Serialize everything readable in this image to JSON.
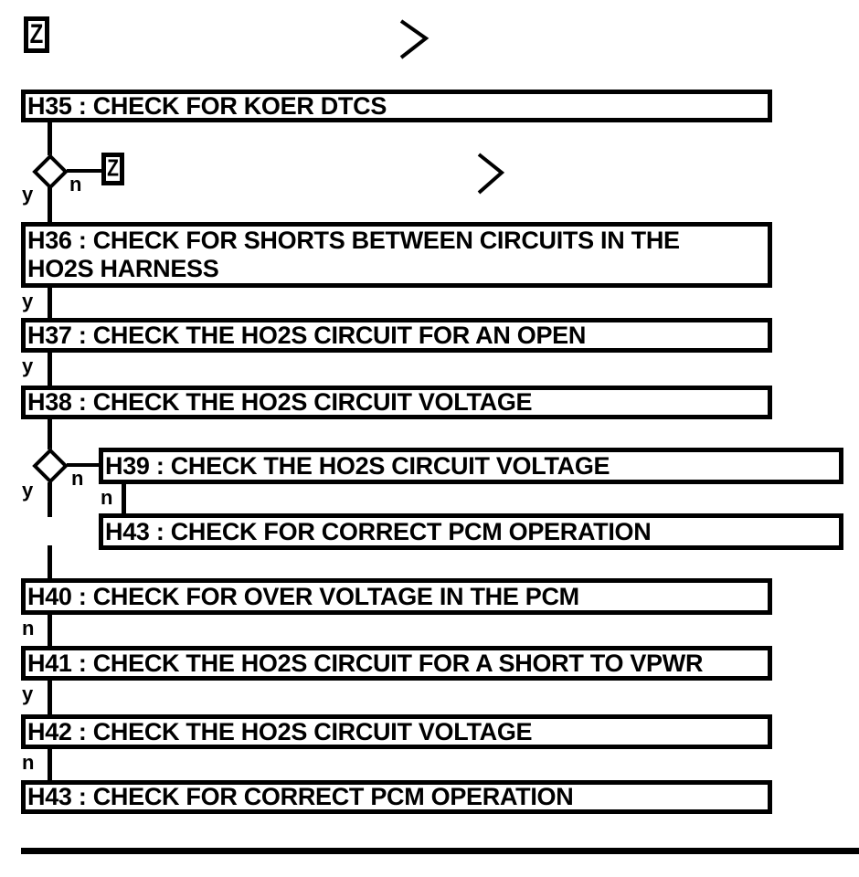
{
  "colors": {
    "ink": "#000000",
    "paper": "#ffffff"
  },
  "offpage": {
    "label": "Z"
  },
  "labels": {
    "yes": "y",
    "no": "n"
  },
  "icons": {
    "flow_continue": "chevron-right"
  },
  "nodes": [
    {
      "id": "H35",
      "label": "H35 : CHECK FOR KOER DTCS"
    },
    {
      "id": "H36",
      "label": "H36 : CHECK FOR SHORTS BETWEEN CIRCUITS IN THE\nHO2S HARNESS"
    },
    {
      "id": "H37",
      "label": "H37 : CHECK THE HO2S CIRCUIT FOR AN OPEN"
    },
    {
      "id": "H38",
      "label": "H38 : CHECK THE HO2S CIRCUIT VOLTAGE"
    },
    {
      "id": "H39",
      "label": "H39 : CHECK THE HO2S CIRCUIT VOLTAGE"
    },
    {
      "id": "H43a",
      "label": "H43 : CHECK FOR CORRECT PCM OPERATION"
    },
    {
      "id": "H40",
      "label": "H40 : CHECK FOR OVER VOLTAGE IN THE PCM"
    },
    {
      "id": "H41",
      "label": "H41 : CHECK THE HO2S CIRCUIT FOR A SHORT TO VPWR"
    },
    {
      "id": "H42",
      "label": "H42 : CHECK THE HO2S CIRCUIT VOLTAGE"
    },
    {
      "id": "H43b",
      "label": "H43 : CHECK FOR CORRECT PCM OPERATION"
    }
  ]
}
